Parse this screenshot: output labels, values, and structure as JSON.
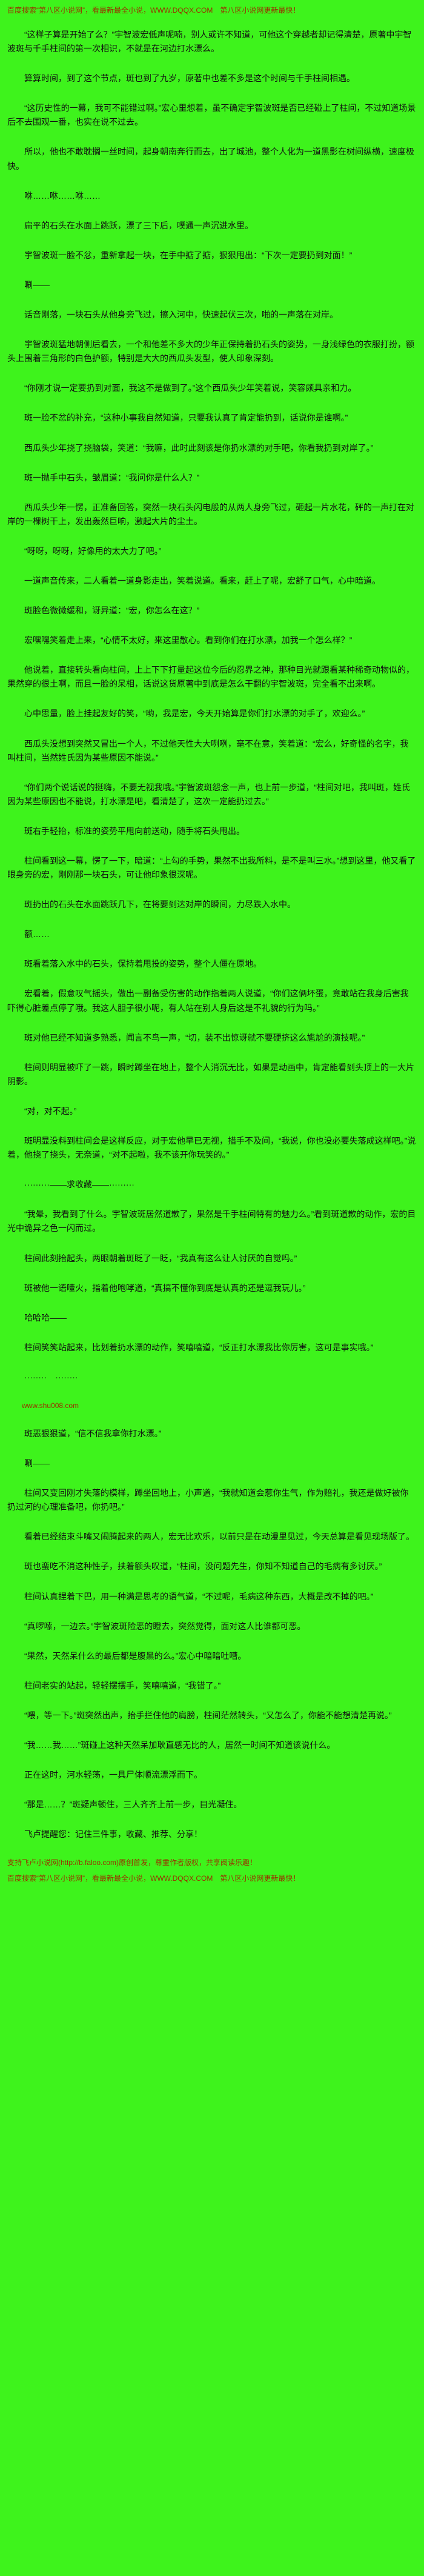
{
  "colors": {
    "background": "#3ef31c",
    "body_text": "#111111",
    "ad_text": "#993300"
  },
  "ads": {
    "top": "百度搜索“第八区小说网”，看最新最全小说，WWW.DQQX.COM　第八区小说网更新最快！",
    "mid": "www.shu008.com",
    "footer_faloo": "支持飞卢小说网(http://b.faloo.com)原创首发，尊重作者版权，共享阅读乐趣！",
    "bottom": "百度搜索“第八区小说网”，看最新最全小说，WWW.DQQX.COM　第八区小说网更新最快！"
  },
  "content": {
    "part1": [
      "“这样子算是开始了么？”宇智波宏低声呢喃，别人或许不知道，可他这个穿越者却记得清楚，原著中宇智波斑与千手柱间的第一次相识，不就是在河边打水漂么。",
      "算算时间，到了这个节点，斑也到了九岁，原著中也差不多是这个时间与千手柱间相遇。",
      "“这历史性的一幕，我可不能错过啊。”宏心里想着，虽不确定宇智波斑是否已经碰上了柱间，不过知道场景后不去围观一番，也实在说不过去。",
      "所以，他也不敢耽搁一丝时间，起身朝南奔行而去，出了城池，整个人化为一道黑影在树间纵横，速度极快。",
      "咻……咻……咻……",
      "扁平的石头在水面上跳跃，漂了三下后，噗通一声沉进水里。",
      "宇智波斑一脸不忿，重新拿起一块，在手中掂了掂，狠狠甩出：“下次一定要扔到对面！”",
      "唰——",
      "话音刚落，一块石头从他身旁飞过，擦入河中，快速起伏三次，啪的一声落在对岸。",
      "宇智波斑猛地朝侧后看去，一个和他差不多大的少年正保持着扔石头的姿势，一身浅绿色的衣服打扮，额头上围着三角形的白色护额，特别是大大的西瓜头发型，使人印象深刻。",
      "“你刚才说一定要扔到对面，我这不是做到了。”这个西瓜头少年笑着说，笑容颇具亲和力。",
      "斑一脸不忿的补充，“这种小事我自然知道，只要我认真了肯定能扔到，话说你是谁啊。”",
      "西瓜头少年挠了挠脑袋，笑道：“我嘛，此时此刻该是你扔水漂的对手吧，你看我扔到对岸了。”",
      "斑一抛手中石头，皱眉道：“我问你是什么人？”",
      "西瓜头少年一愣，正准备回答，突然一块石头闪电般的从两人身旁飞过，砸起一片水花，砰的一声打在对岸的一棵树干上，发出轰然巨响，激起大片的尘土。",
      "“呀呀，呀呀，好像用的太大力了吧。”",
      "一道声音传来，二人看着一道身影走出，笑着说道。看来，赶上了呢，宏舒了口气，心中暗道。",
      "斑脸色微微缓和，讶异道：“宏，你怎么在这？”",
      "宏嘿嘿笑着走上来，“心情不太好，来这里散心。看到你们在打水漂，加我一个怎么样？”",
      "他说着，直接转头看向柱间，上上下下打量起这位今后的忍界之神，那种目光就跟看某种稀奇动物似的，果然穿的很土啊，而且一脸的呆相，话说这货原著中到底是怎么干翻的宇智波斑，完全看不出来啊。",
      "心中思量，脸上挂起友好的笑，“哟，我是宏，今天开始算是你们打水漂的对手了，欢迎么。”",
      "西瓜头没想到突然又冒出一个人，不过他天性大大咧咧，毫不在意，笑着道：“宏么，好奇怪的名字，我叫柱间，当然姓氏因为某些原因不能说。”",
      "“你们两个说话说的挺嗨，不要无视我哦。”宇智波斑怨念一声，也上前一步道，“柱间对吧，我叫斑，姓氏因为某些原因也不能说，打水漂是吧，看清楚了，这次一定能扔过去。”",
      "斑右手轻抬，标准的姿势平甩向前送动，随手将石头甩出。",
      "柱间看到这一幕，愣了一下，暗道：“上勾的手势，果然不出我所料，是不是叫三水。”想到这里，他又看了眼身旁的宏，刚刚那一块石头，可让他印象很深呢。",
      "斑扔出的石头在水面跳跃几下，在将要到达对岸的瞬间，力尽跌入水中。",
      "额……",
      "斑看着落入水中的石头，保持着甩投的姿势，整个人僵在原地。",
      "宏看着，假意叹气摇头，做出一副备受伤害的动作指着两人说道，“你们这俩坏蛋，竟敢站在我身后害我吓得心脏差点停了哦。我这人胆子很小呢，有人站在别人身后这是不礼貌的行为吗。”",
      "斑对他已经不知道多熟悉，闻言不鸟一声，“切，装不出惊讶就不要硬挤这么尴尬的演技呢。”",
      "柱间则明显被吓了一跳，瞬时蹲坐在地上，整个人消沉无比，如果是动画中，肯定能看到头顶上的一大片阴影。",
      "“对，对不起。”",
      "斑明显没料到柱间会是这样反应，对于宏他早已无视，措手不及间，“我说，你也没必要失落成这样吧。”说着，他挠了挠头，无奈道，“对不起啦，我不该开你玩笑的。”",
      "·········——求收藏——·········",
      "“我晕，我看到了什么。宇智波斑居然道歉了，果然是千手柱间特有的魅力么。”看到斑道歉的动作，宏的目光中诡异之色一闪而过。",
      "柱间此刻抬起头，两眼朝着斑眨了一眨，“我真有这么让人讨厌的自觉吗。”",
      "斑被他一语噎火，指着他咆哮道，“真搞不懂你到底是认真的还是逗我玩儿。”",
      "哈哈哈——",
      "柱间笑笑站起来，比划着扔水漂的动作，笑嘻嘻道，“反正打水漂我比你厉害，这可是事实哦。”",
      "········　········"
    ],
    "part2": [
      "斑恶狠狠道，“信不信我拿你打水漂。”",
      "唰——",
      "柱间又变回刚才失落的模样，蹲坐回地上，小声道，“我就知道会惹你生气，作为赔礼，我还是做好被你扔过河的心理准备吧，你扔吧。”",
      "看着已经结束斗嘴又闹腾起来的两人，宏无比欢乐，以前只是在动漫里见过，今天总算是看见现场版了。",
      "斑也蛮吃不消这种性子，扶着额头叹道，“柱间，没问题先生，你知不知道自己的毛病有多讨厌。”",
      "柱间认真捏着下巴，用一种满是思考的语气道，“不过呢，毛病这种东西，大概是改不掉的吧。”",
      "“真啰嗦，一边去。”宇智波斑险恶的瞪去，突然觉得，面对这人比谁都可恶。",
      "“果然，天然呆什么的最后都是腹黑的么。”宏心中暗暗吐嘈。",
      "柱间老实的站起，轻轻摆摆手，笑嘻嘻道，“我错了。”",
      "“喂，等一下。”斑突然出声，抬手拦住他的肩膀，柱间茫然转头，“又怎么了，你能不能想清楚再说。”",
      "“我……我……”斑碰上这种天然呆加耿直感无比的人，居然一时间不知道该说什么。",
      "正在这时，河水轻荡，一具尸体顺流漂浮而下。",
      "“那是……？”斑疑声顿住，三人齐齐上前一步，目光凝住。"
    ],
    "closing": "飞卢提醒您：记住三件事，收藏、推荐、分享！"
  }
}
